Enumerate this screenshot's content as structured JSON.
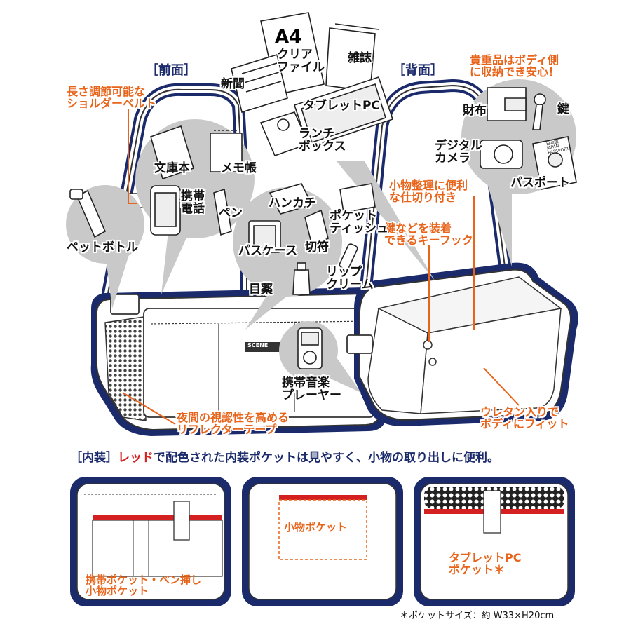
{
  "headings": {
    "front": "［前面］",
    "back": "［背面］",
    "interior_prefix": "［内装］",
    "interior_red": "レッド",
    "interior_rest": "で配色された内装ポケットは見やすく、小物の取り出しに便利。"
  },
  "callouts": {
    "shoulder_belt": [
      "長さ調節可能な",
      "ショルダーベルト"
    ],
    "valuables": [
      "貴重品はボディ側",
      "に収納でき安心！"
    ],
    "divider": [
      "小物整理に便利",
      "な仕切り付き"
    ],
    "key_hook": [
      "鍵などを装着",
      "できるキーフック"
    ],
    "reflector": [
      "夜間の視認性を高める",
      "リフレクターテープ"
    ],
    "urethane": [
      "ウレタン入りで",
      "ボディにフィット"
    ]
  },
  "items": {
    "a4": "A4",
    "clear_file": [
      "クリア",
      "ファイル"
    ],
    "magazine": "雑誌",
    "newspaper": "新聞",
    "tablet": "タブレットPC",
    "lunch_box": [
      "ランチ",
      "ボックス"
    ],
    "paperback": "文庫本",
    "memo": "メモ帳",
    "mobile_phone": [
      "携帯",
      "電話"
    ],
    "pen": "ペン",
    "pet_bottle": "ペットボトル",
    "handkerchief": "ハンカチ",
    "pocket_tissue": [
      "ポケット",
      "ティッシュ"
    ],
    "pass_case": "パスケース",
    "ticket": "切符",
    "lip_cream": [
      "リップ",
      "クリーム"
    ],
    "eye_drops": "目薬",
    "music_player": [
      "携帯音楽",
      "プレーヤー"
    ],
    "wallet": "財布",
    "key": "鍵",
    "camera": [
      "デジタル",
      "カメラ"
    ],
    "passport": "パスポート",
    "passport_cover": [
      "日本国",
      "JAPAN",
      "PASSPORT"
    ],
    "scene_tag": "SCENE"
  },
  "pockets": {
    "p1": [
      "携帯ポケット・ペン挿し",
      "小物ポケット"
    ],
    "p2": "小物ポケット",
    "p3": [
      "タブレットPC",
      "ポケット＊"
    ]
  },
  "footnote": "＊ポケットサイズ：約 W33×H20cm",
  "colors": {
    "navy": "#1b2a6b",
    "orange": "#e8641a",
    "red": "#d42020",
    "gray": "#c9c9c9"
  }
}
